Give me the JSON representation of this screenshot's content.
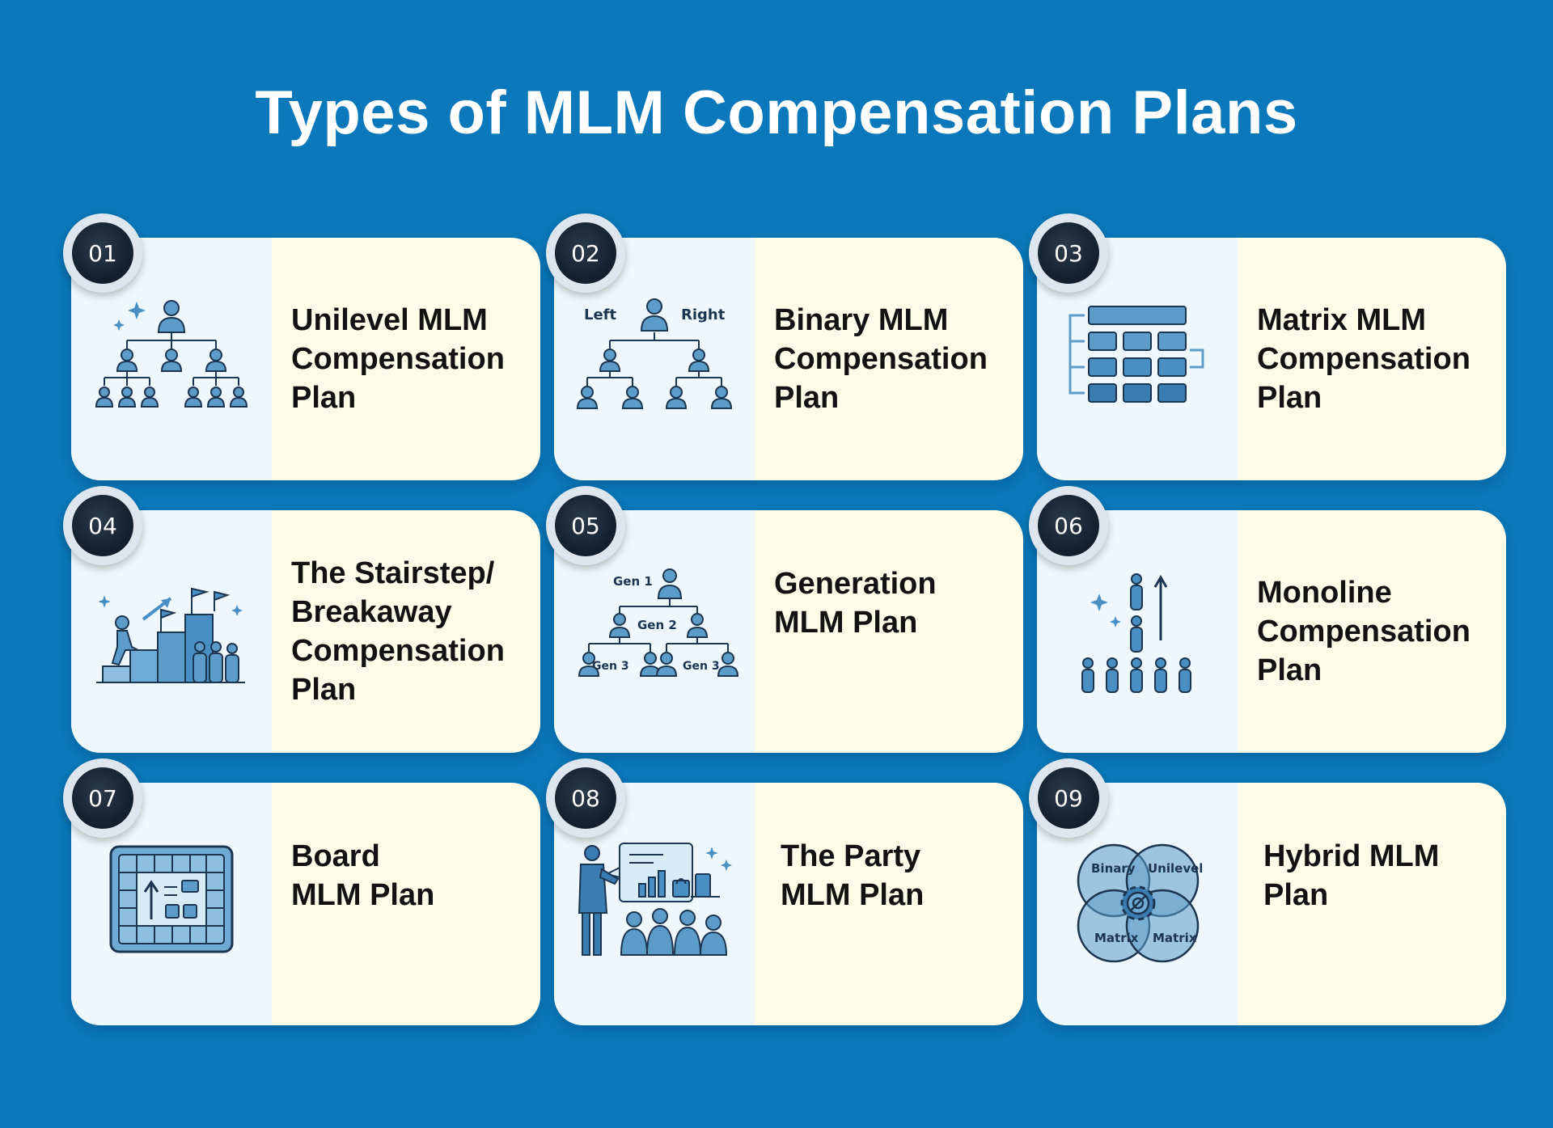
{
  "title": "Types of MLM Compensation Plans",
  "colors": {
    "background": "#0a78ba",
    "card": "#fdfce8",
    "icon_panel": "#eef7fc",
    "badge": "#152230",
    "icon_stroke": "#1c3550",
    "icon_fill": "#5d9cc9"
  },
  "plans": [
    {
      "number": "01",
      "title_lines": [
        "Unilevel MLM",
        "Compensation",
        "Plan"
      ],
      "icon": "unilevel-tree-icon"
    },
    {
      "number": "02",
      "title_lines": [
        "Binary MLM",
        "Compensation",
        "Plan"
      ],
      "icon": "binary-tree-icon",
      "labels": [
        "Left",
        "Right"
      ]
    },
    {
      "number": "03",
      "title_lines": [
        "Matrix MLM",
        "Compensation",
        "Plan"
      ],
      "icon": "matrix-grid-icon"
    },
    {
      "number": "04",
      "title_lines": [
        "The Stairstep/",
        "Breakaway",
        "Compensation",
        "Plan"
      ],
      "icon": "stairstep-icon"
    },
    {
      "number": "05",
      "title_lines": [
        "Generation",
        "MLM Plan"
      ],
      "icon": "generation-tree-icon",
      "labels": [
        "Gen 1",
        "Gen 2",
        "Gen 3",
        "Gen 3"
      ]
    },
    {
      "number": "06",
      "title_lines": [
        "Monoline",
        "Compensation",
        "Plan"
      ],
      "icon": "monoline-icon"
    },
    {
      "number": "07",
      "title_lines": [
        "Board",
        "MLM Plan"
      ],
      "icon": "board-icon"
    },
    {
      "number": "08",
      "title_lines": [
        "The Party",
        "MLM Plan"
      ],
      "icon": "party-presenter-icon"
    },
    {
      "number": "09",
      "title_lines": [
        "Hybrid MLM",
        "Plan"
      ],
      "icon": "hybrid-venn-icon",
      "labels": [
        "Binary",
        "Unilevel",
        "Matrix",
        "Matrix"
      ]
    }
  ]
}
